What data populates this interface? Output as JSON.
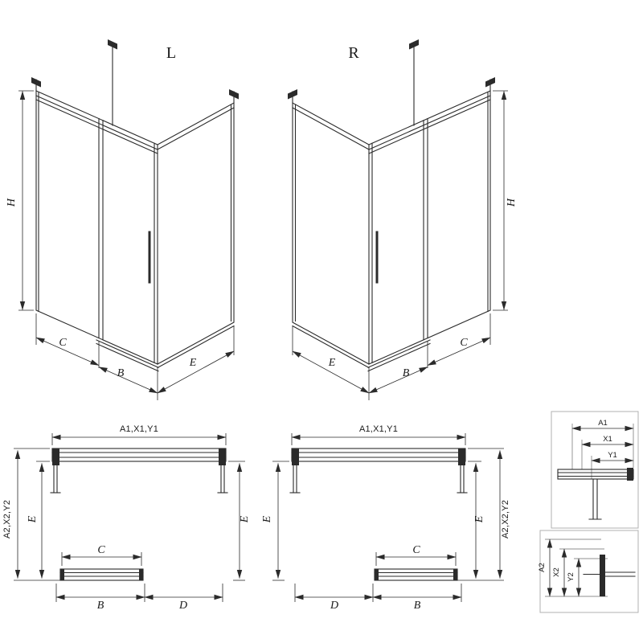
{
  "views": {
    "iso_left": {
      "variant": "L",
      "dim_h": "H",
      "dim_c": "C",
      "dim_b": "B",
      "dim_e": "E"
    },
    "iso_right": {
      "variant": "R",
      "dim_h": "H",
      "dim_c": "C",
      "dim_b": "B",
      "dim_e": "E"
    },
    "plan_left": {
      "dim_top": "A1,X1,Y1",
      "dim_side_outer": "A2,X2,Y2",
      "dim_e_left": "E",
      "dim_e_right": "E",
      "dim_c": "C",
      "dim_b": "B",
      "dim_d": "D"
    },
    "plan_right": {
      "dim_top": "A1,X1,Y1",
      "dim_side_outer": "A2,X2,Y2",
      "dim_e_left": "E",
      "dim_e_right": "E",
      "dim_c": "C",
      "dim_b": "B",
      "dim_d": "D"
    },
    "detail_top": {
      "dim_a1": "A1",
      "dim_x1": "X1",
      "dim_y1": "Y1"
    },
    "detail_bottom": {
      "dim_a2": "A2",
      "dim_x2": "X2",
      "dim_y2": "Y2"
    }
  },
  "colors": {
    "line": "#2b2b2b",
    "background": "#ffffff",
    "detail_box_border": "#b0b0b0"
  }
}
